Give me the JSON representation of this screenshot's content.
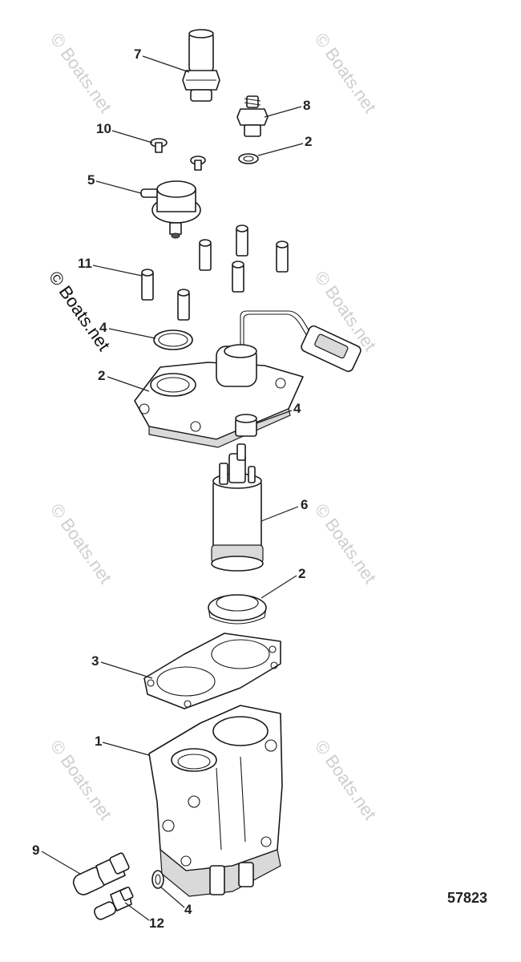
{
  "watermark": "© Boats.net",
  "document_number": "57823",
  "callouts": {
    "c1": "1",
    "c2a": "2",
    "c2b": "2",
    "c2c": "2",
    "c3": "3",
    "c4a": "4",
    "c4b": "4",
    "c4c": "4",
    "c5": "5",
    "c6": "6",
    "c7": "7",
    "c8": "8",
    "c9": "9",
    "c10": "10",
    "c11": "11",
    "c12": "12"
  }
}
